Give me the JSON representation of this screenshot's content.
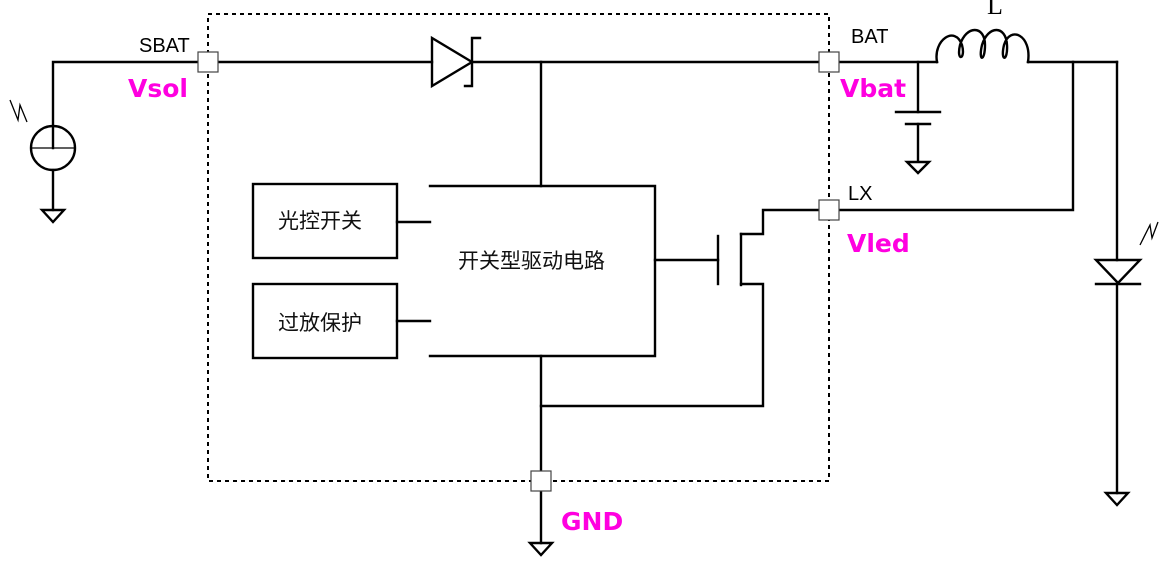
{
  "diagram": {
    "type": "circuit-schematic",
    "pins": {
      "sbat": "SBAT",
      "bat": "BAT",
      "lx": "LX"
    },
    "nets": {
      "vsol": "Vsol",
      "vbat": "Vbat",
      "vled": "Vled",
      "gnd": "GND"
    },
    "components": {
      "inductor_label": "L"
    },
    "blocks": {
      "light_control_switch": "光控开关",
      "over_discharge_protection": "过放保护",
      "switching_driver_circuit": "开关型驱动电路"
    },
    "colors": {
      "net_label": "#ff00e0",
      "wire": "#000000"
    }
  }
}
